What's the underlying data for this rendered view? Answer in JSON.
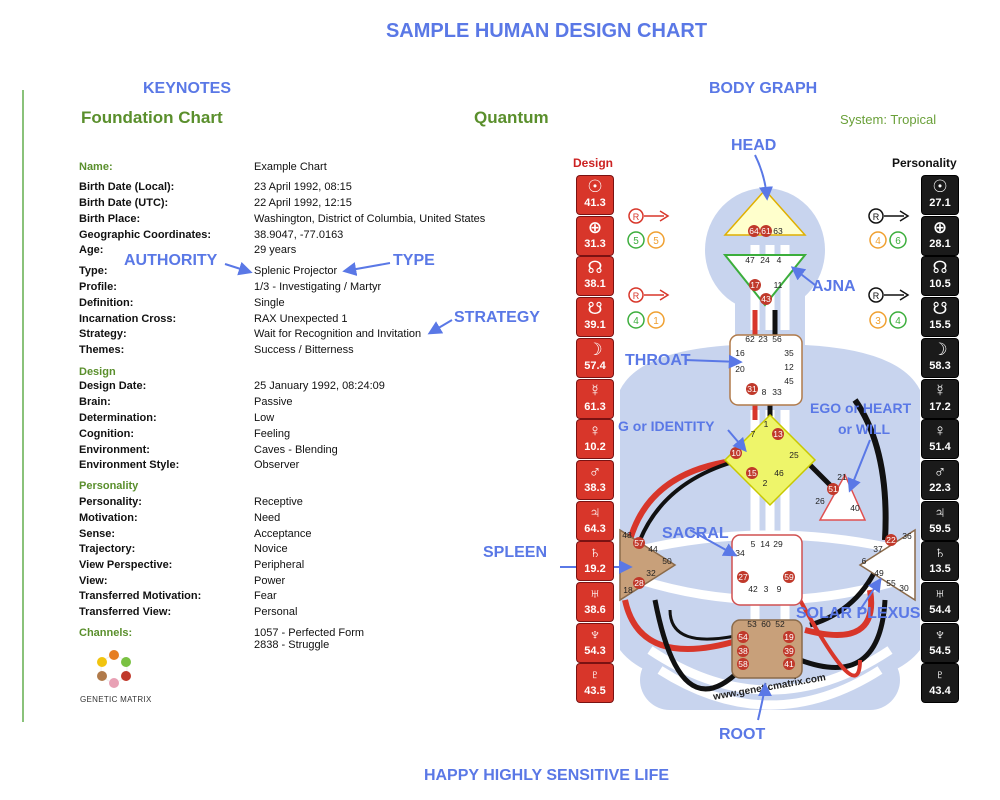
{
  "page_title": "SAMPLE HUMAN DESIGN CHART",
  "footer": "HAPPY HIGHLY SENSITIVE LIFE",
  "keynotes_heading": "KEYNOTES",
  "bodygraph_heading": "BODY GRAPH",
  "foundation_title": "Foundation Chart",
  "quantum_title": "Quantum",
  "system": "System: Tropical",
  "rows": [
    {
      "k": "Name:",
      "v": "Example Chart",
      "sec": true
    },
    {
      "k": "Birth Date (Local):",
      "v": "23 April 1992, 08:15"
    },
    {
      "k": "Birth Date (UTC):",
      "v": "22 April 1992, 12:15"
    },
    {
      "k": "Birth Place:",
      "v": "Washington, District of Columbia, United States"
    },
    {
      "k": "Geographic Coordinates:",
      "v": "38.9047, -77.0163"
    },
    {
      "k": "Age:",
      "v": "29 years"
    },
    {
      "k": "Type:",
      "v": "Splenic Projector"
    },
    {
      "k": "Profile:",
      "v": "1/3 - Investigating / Martyr"
    },
    {
      "k": "Definition:",
      "v": "Single"
    },
    {
      "k": "Incarnation Cross:",
      "v": "RAX Unexpected 1"
    },
    {
      "k": "Strategy:",
      "v": "Wait for Recognition and Invitation"
    },
    {
      "k": "Themes:",
      "v": "Success / Bitterness"
    },
    {
      "k": "Design",
      "v": "",
      "sec": true
    },
    {
      "k": "Design Date:",
      "v": "25 January 1992, 08:24:09"
    },
    {
      "k": "Brain:",
      "v": "Passive"
    },
    {
      "k": "Determination:",
      "v": "Low"
    },
    {
      "k": "Cognition:",
      "v": "Feeling"
    },
    {
      "k": "Environment:",
      "v": "Caves - Blending"
    },
    {
      "k": "Environment Style:",
      "v": "Observer"
    },
    {
      "k": "Personality",
      "v": "",
      "sec": true
    },
    {
      "k": "Personality:",
      "v": "Receptive"
    },
    {
      "k": "Motivation:",
      "v": "Need"
    },
    {
      "k": "Sense:",
      "v": "Acceptance"
    },
    {
      "k": "Trajectory:",
      "v": "Novice"
    },
    {
      "k": "View Perspective:",
      "v": "Peripheral"
    },
    {
      "k": "View:",
      "v": "Power"
    },
    {
      "k": "Transferred Motivation:",
      "v": "Fear"
    },
    {
      "k": "Transferred View:",
      "v": "Personal"
    },
    {
      "k": "Channels:",
      "v": "1057 - Perfected Form\n2838 - Struggle",
      "sec": true
    }
  ],
  "callouts": {
    "authority": "AUTHORITY",
    "type": "TYPE",
    "strategy": "STRATEGY",
    "head": "HEAD",
    "ajna": "AJNA",
    "throat": "THROAT",
    "g": "G or IDENTITY",
    "ego1": "EGO or HEART",
    "ego2": "or WILL",
    "sacral": "SACRAL",
    "spleen": "SPLEEN",
    "solar": "SOLAR PLEXUS",
    "root": "ROOT"
  },
  "design_label": "Design",
  "personality_label": "Personality",
  "design_planets": [
    {
      "icon": "sun-icon",
      "sym": "☉",
      "gate": "41.3"
    },
    {
      "icon": "earth-icon",
      "sym": "⊕",
      "gate": "31.3"
    },
    {
      "icon": "north-node-icon",
      "sym": "☊",
      "gate": "38.1"
    },
    {
      "icon": "south-node-icon",
      "sym": "☋",
      "gate": "39.1"
    },
    {
      "icon": "moon-icon",
      "sym": "☽",
      "gate": "57.4"
    },
    {
      "icon": "mercury-icon",
      "sym": "☿",
      "gate": "61.3"
    },
    {
      "icon": "venus-icon",
      "sym": "♀",
      "gate": "10.2"
    },
    {
      "icon": "mars-icon",
      "sym": "♂",
      "gate": "38.3"
    },
    {
      "icon": "jupiter-icon",
      "sym": "♃",
      "gate": "64.3"
    },
    {
      "icon": "saturn-icon",
      "sym": "♄",
      "gate": "19.2"
    },
    {
      "icon": "uranus-icon",
      "sym": "♅",
      "gate": "38.6"
    },
    {
      "icon": "neptune-icon",
      "sym": "♆",
      "gate": "54.3"
    },
    {
      "icon": "pluto-icon",
      "sym": "♇",
      "gate": "43.5"
    }
  ],
  "personality_planets": [
    {
      "icon": "sun-icon",
      "sym": "☉",
      "gate": "27.1"
    },
    {
      "icon": "earth-icon",
      "sym": "⊕",
      "gate": "28.1"
    },
    {
      "icon": "north-node-icon",
      "sym": "☊",
      "gate": "10.5"
    },
    {
      "icon": "south-node-icon",
      "sym": "☋",
      "gate": "15.5"
    },
    {
      "icon": "moon-icon",
      "sym": "☽",
      "gate": "58.3"
    },
    {
      "icon": "mercury-icon",
      "sym": "☿",
      "gate": "17.2"
    },
    {
      "icon": "venus-icon",
      "sym": "♀",
      "gate": "51.4"
    },
    {
      "icon": "mars-icon",
      "sym": "♂",
      "gate": "22.3"
    },
    {
      "icon": "jupiter-icon",
      "sym": "♃",
      "gate": "59.5"
    },
    {
      "icon": "saturn-icon",
      "sym": "♄",
      "gate": "13.5"
    },
    {
      "icon": "uranus-icon",
      "sym": "♅",
      "gate": "54.4"
    },
    {
      "icon": "neptune-icon",
      "sym": "♆",
      "gate": "54.5"
    },
    {
      "icon": "pluto-icon",
      "sym": "♇",
      "gate": "43.4"
    }
  ],
  "arrow_r": "R",
  "variable_design": [
    "5",
    "5",
    "4",
    "1"
  ],
  "variable_personality": [
    "4",
    "6",
    "3",
    "4"
  ],
  "centers": {
    "head": [
      "64",
      "61",
      "63"
    ],
    "ajna": [
      "47",
      "24",
      "4",
      "17",
      "43",
      "11"
    ],
    "throat": [
      "62",
      "23",
      "56",
      "16",
      "35",
      "20",
      "12",
      "45",
      "31",
      "8",
      "33"
    ],
    "g": [
      "1",
      "13",
      "7",
      "10",
      "25",
      "15",
      "46",
      "2"
    ],
    "ego": [
      "21",
      "51",
      "26",
      "40"
    ],
    "sacral": [
      "5",
      "14",
      "29",
      "34",
      "27",
      "59",
      "42",
      "3",
      "9"
    ],
    "spleen": [
      "48",
      "57",
      "44",
      "50",
      "32",
      "28",
      "18"
    ],
    "solar": [
      "36",
      "22",
      "37",
      "6",
      "49",
      "55",
      "30"
    ],
    "root": [
      "53",
      "60",
      "52",
      "54",
      "19",
      "38",
      "39",
      "58",
      "41"
    ]
  },
  "watermark": "www.geneticmatrix.com",
  "logo_text": "GENETIC MATRIX",
  "colors": {
    "design_red": "#d8362a",
    "personality_black": "#1a1a1a",
    "accent_blue": "#5a78e6",
    "green": "#5a8f2c"
  }
}
